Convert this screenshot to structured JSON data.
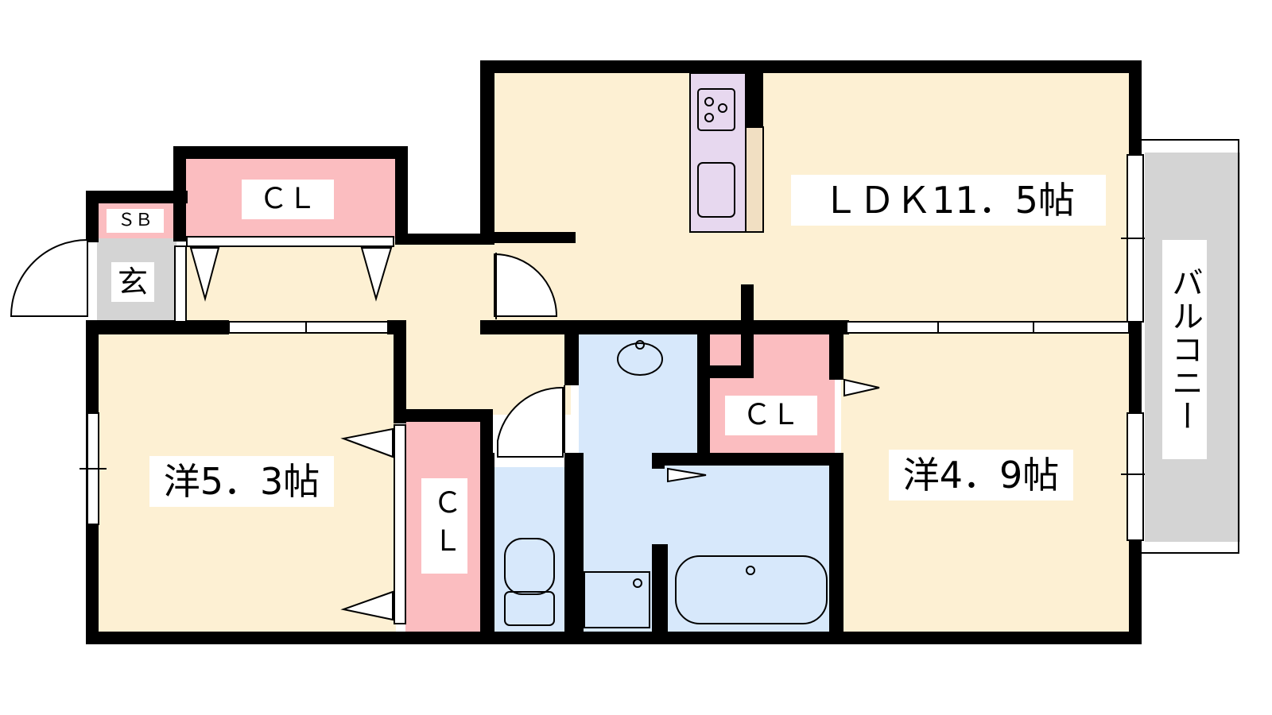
{
  "colors": {
    "wall": "#000000",
    "living": "#fdf0d3",
    "closet": "#fbbdc0",
    "wet": "#d7e8fb",
    "entrance": "#d4d4d4",
    "balcony": "#d4d4d4",
    "kitchen": "#e7d8ef",
    "counter": "#f1dfc2"
  },
  "rooms": {
    "ldk": "ＬＤＫ11．5帖",
    "western_left": "洋5．3帖",
    "western_right": "洋4．9帖",
    "closet_top": "ＣＬ",
    "closet_mid": "ＣＬ",
    "closet_left": "ＣＬ",
    "shoe_box": "ＳＢ",
    "entrance": "玄",
    "balcony": "バルコニー"
  }
}
